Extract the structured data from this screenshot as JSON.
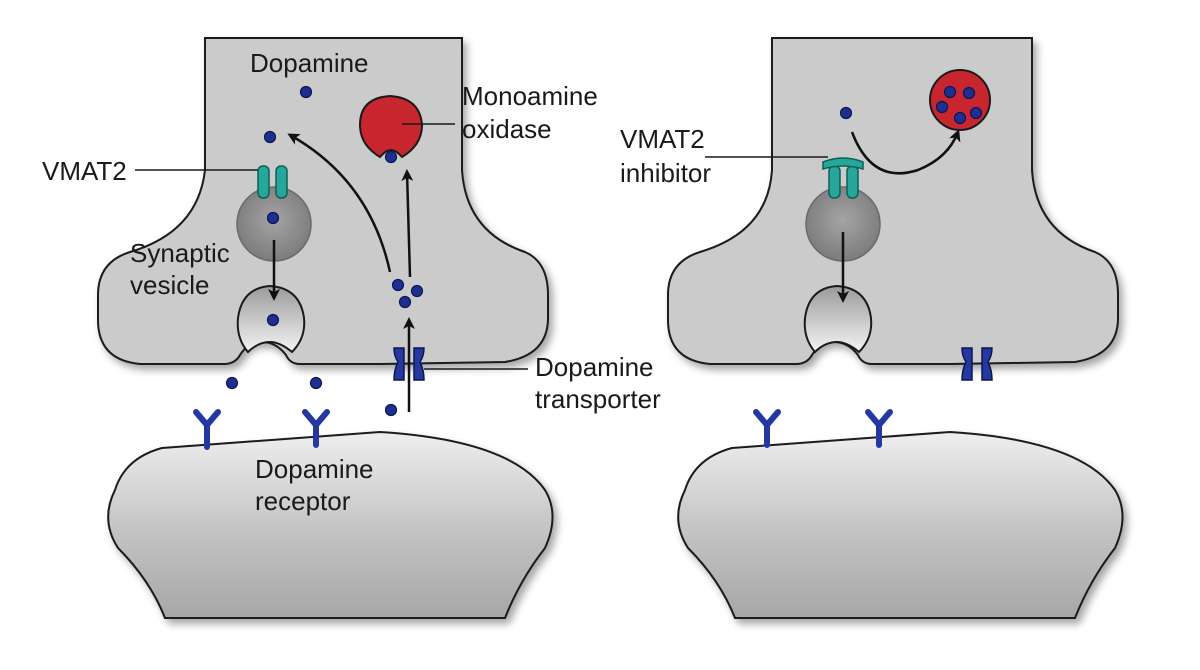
{
  "labels": {
    "dopamine": "Dopamine",
    "monoamine_oxidase_line1": "Monoamine",
    "monoamine_oxidase_line2": "oxidase",
    "vmat2": "VMAT2",
    "synaptic_vesicle_line1": "Synaptic",
    "synaptic_vesicle_line2": "vesicle",
    "dopamine_transporter_line1": "Dopamine",
    "dopamine_transporter_line2": "transporter",
    "dopamine_receptor_line1": "Dopamine",
    "dopamine_receptor_line2": "receptor",
    "vmat2_inhibitor_line1": "VMAT2",
    "vmat2_inhibitor_line2": "inhibitor"
  },
  "colors": {
    "cell_fill": "#cbcbcb",
    "vesicle": "#8c8c8c",
    "monoamine_oxidase": "#c8262f",
    "dopamine_dot": "#1f2f8f",
    "vmat2": "#27a69a",
    "transporter_receptor": "#2438a0"
  },
  "icons": {
    "molecule": "dopamine-molecule-icon",
    "receptor": "dopamine-receptor-icon",
    "transporter": "dopamine-transporter-icon",
    "vmat": "vmat2-icon"
  }
}
